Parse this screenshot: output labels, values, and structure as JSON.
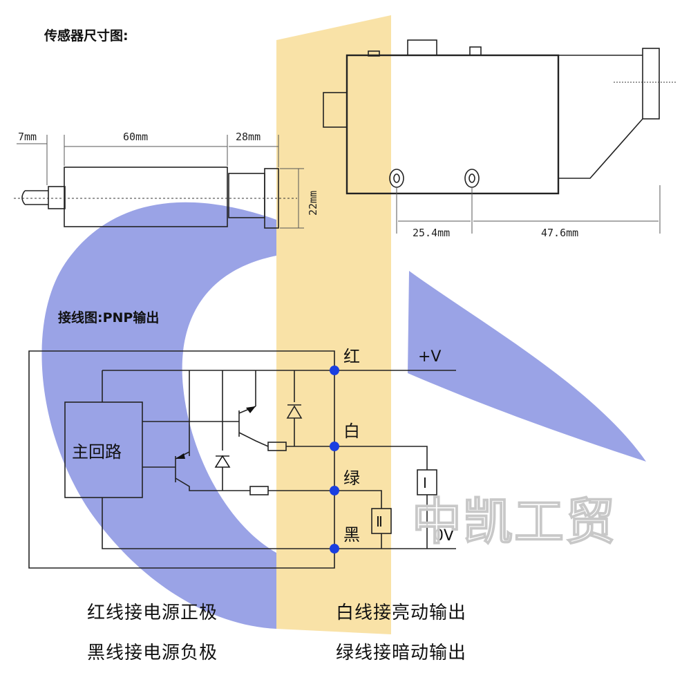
{
  "sections": {
    "dimensions_title": "传感器尺寸图:",
    "wiring_title": "接线图:PNP输出"
  },
  "dimensions": {
    "d7": "7mm",
    "d60": "60mm",
    "d28": "28mm",
    "d22": "22mm",
    "d25_4": "25.4mm",
    "d47_6": "47.6mm"
  },
  "wiring": {
    "main_circuit": "主回路",
    "red": "红",
    "white": "白",
    "green": "绿",
    "black": "黑",
    "vplus": "+V",
    "zero_v": "0V",
    "load1": "Ⅰ",
    "load2": "Ⅱ"
  },
  "captions": {
    "red_line": "红线接电源正极",
    "black_line": "黑线接电源负极",
    "white_line": "白线接亮动输出",
    "green_line": "绿线接暗动输出"
  },
  "watermark": "中凯工贸",
  "colors": {
    "blue_swoosh": "#9aa3e6",
    "yellow_band": "#f9dfa0",
    "node_blue": "#1a3fe0"
  }
}
